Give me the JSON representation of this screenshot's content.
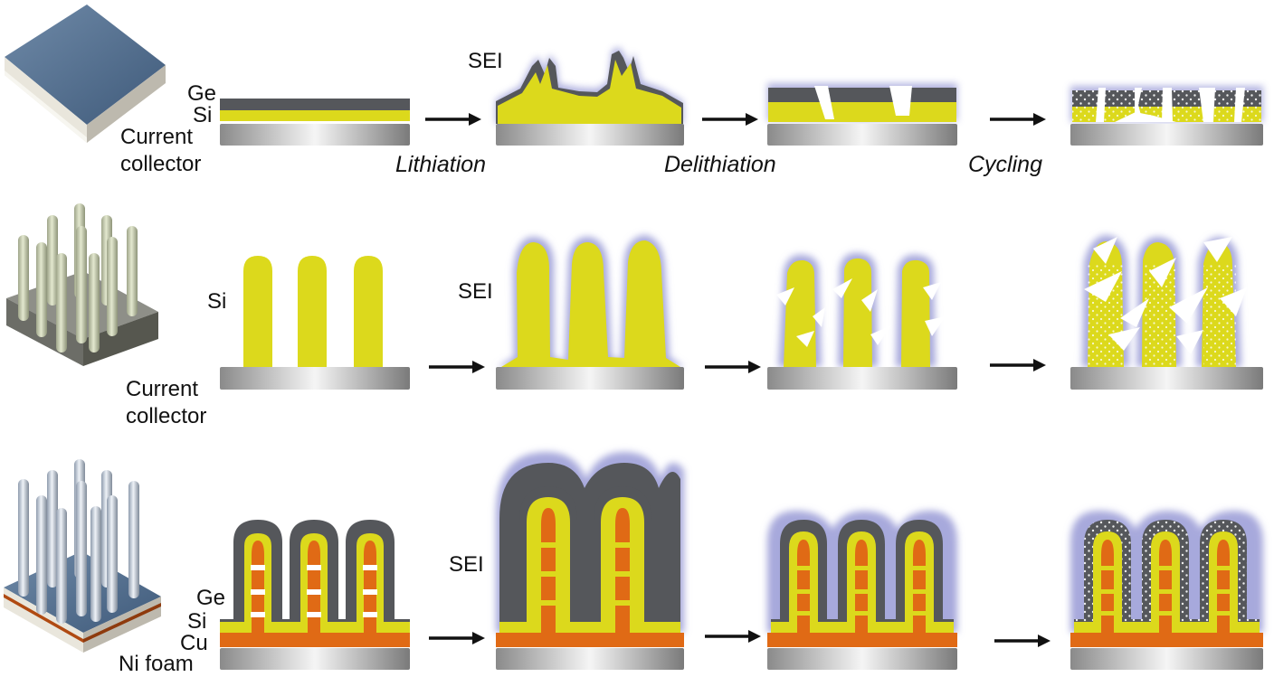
{
  "rows": [
    {
      "name": "thin-film",
      "stack_labels": [
        "Ge",
        "Si"
      ],
      "substrate_label_lines": [
        "Current",
        "collector"
      ]
    },
    {
      "name": "si-nanowire",
      "stack_labels": [
        "Si"
      ],
      "substrate_label_lines": [
        "Current",
        "collector"
      ]
    },
    {
      "name": "core-shell-nanowire",
      "stack_labels": [
        "Ge",
        "Si",
        "Cu",
        "Ni foam"
      ],
      "substrate_label_lines": []
    }
  ],
  "sei_label": "SEI",
  "process_steps": [
    "Lithiation",
    "Delithiation",
    "Cycling"
  ],
  "colors": {
    "si": "#dcd91c",
    "ge": "#55575b",
    "cu": "#e06a15",
    "sei": "#a7a9dc",
    "collector_light": "#f4f4f4",
    "collector_dark": "#7a7a7a"
  }
}
